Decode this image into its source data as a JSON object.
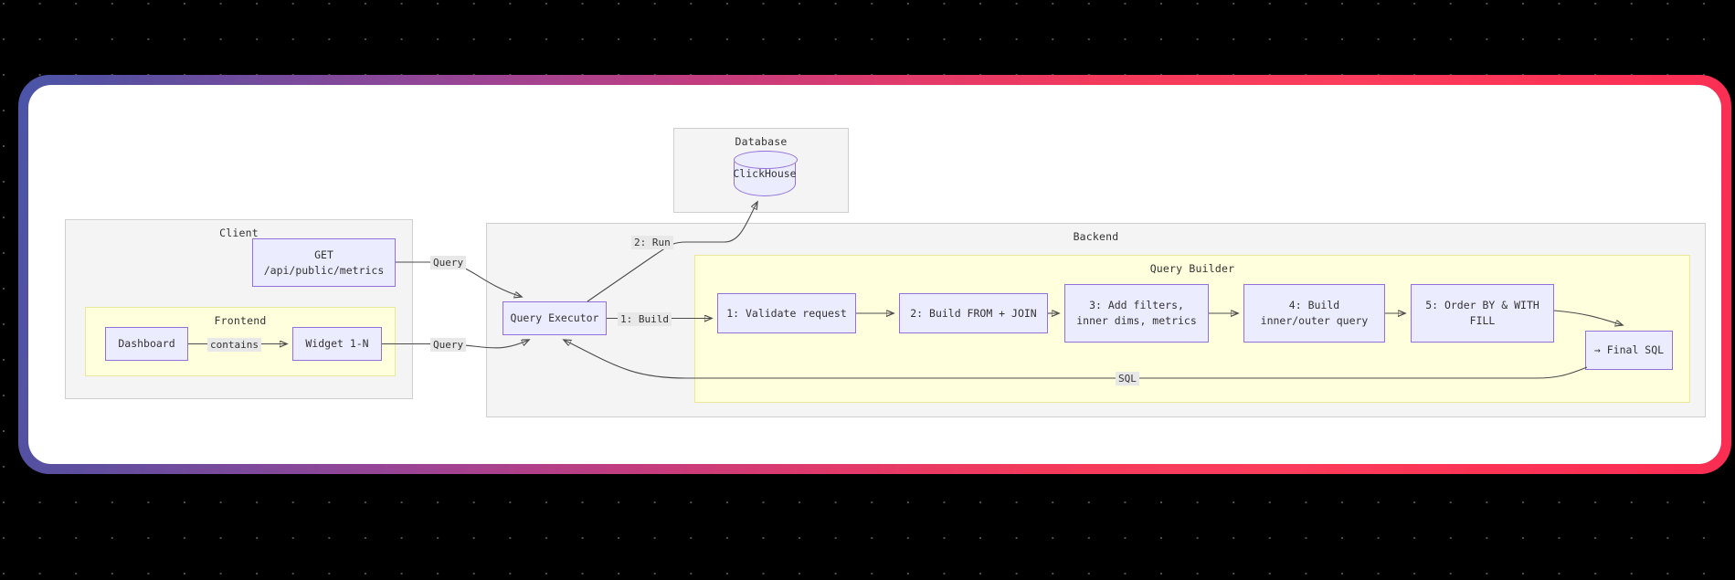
{
  "page": {
    "background": "#000000",
    "dot_grid": true,
    "card_border_gradient": [
      "#4a55a8",
      "#9c4494",
      "#e23a6a",
      "#fa2d52"
    ],
    "card_background": "#ffffff"
  },
  "theme": {
    "node_fill": "#ececff",
    "node_border": "#9370db",
    "subgraph_gray_fill": "#f4f4f5",
    "subgraph_gray_border": "#cfcfcf",
    "subgraph_yellow_fill": "#ffffde",
    "subgraph_yellow_border": "#e8e89a",
    "edge_color": "#4c4c4c",
    "edge_label_bg": "#e8e8e8",
    "text_color": "#333333"
  },
  "chart_data": {
    "type": "diagram",
    "title": "Query pipeline architecture",
    "subgraphs": [
      {
        "id": "client",
        "label": "Client"
      },
      {
        "id": "frontend",
        "label": "Frontend"
      },
      {
        "id": "database",
        "label": "Database"
      },
      {
        "id": "backend",
        "label": "Backend"
      },
      {
        "id": "querybuilder",
        "label": "Query Builder"
      }
    ],
    "nodes": [
      {
        "id": "get",
        "label": "GET /api/public/metrics",
        "group": "client"
      },
      {
        "id": "dashboard",
        "label": "Dashboard",
        "group": "frontend"
      },
      {
        "id": "widget",
        "label": "Widget 1-N",
        "group": "frontend"
      },
      {
        "id": "clickhouse",
        "label": "ClickHouse",
        "shape": "cylinder",
        "group": "database"
      },
      {
        "id": "executor",
        "label": "Query Executor",
        "group": "backend"
      },
      {
        "id": "step1",
        "label": "1: Validate request",
        "group": "querybuilder"
      },
      {
        "id": "step2",
        "label": "2: Build FROM + JOIN",
        "group": "querybuilder"
      },
      {
        "id": "step3",
        "label": "3: Add filters, inner dims, metrics",
        "group": "querybuilder"
      },
      {
        "id": "step4",
        "label": "4: Build inner/outer query",
        "group": "querybuilder"
      },
      {
        "id": "step5",
        "label": "5: Order BY & WITH FILL",
        "group": "querybuilder"
      },
      {
        "id": "finalsql",
        "label": "→ Final SQL",
        "group": "querybuilder"
      }
    ],
    "edges": [
      {
        "from": "dashboard",
        "to": "widget",
        "label": "contains"
      },
      {
        "from": "get",
        "to": "executor",
        "label": "Query"
      },
      {
        "from": "widget",
        "to": "executor",
        "label": "Query"
      },
      {
        "from": "executor",
        "to": "step1",
        "label": "1: Build"
      },
      {
        "from": "executor",
        "to": "clickhouse",
        "label": "2: Run"
      },
      {
        "from": "step1",
        "to": "step2",
        "label": ""
      },
      {
        "from": "step2",
        "to": "step3",
        "label": ""
      },
      {
        "from": "step3",
        "to": "step4",
        "label": ""
      },
      {
        "from": "step4",
        "to": "step5",
        "label": ""
      },
      {
        "from": "step5",
        "to": "finalsql",
        "label": ""
      },
      {
        "from": "finalsql",
        "to": "executor",
        "label": "SQL"
      }
    ]
  },
  "nodes": {
    "get_line1": "GET",
    "get_line2": "/api/public/metrics",
    "dashboard": "Dashboard",
    "widget": "Widget 1-N",
    "clickhouse": "ClickHouse",
    "executor": "Query Executor",
    "step1": "1: Validate request",
    "step2": "2: Build FROM + JOIN",
    "step3_line1": "3: Add filters,",
    "step3_line2": "inner dims, metrics",
    "step4_line1": "4: Build",
    "step4_line2": "inner/outer query",
    "step5_line1": "5: Order BY & WITH",
    "step5_line2": "FILL",
    "finalsql": "→ Final SQL"
  },
  "subgraph_titles": {
    "client": "Client",
    "frontend": "Frontend",
    "database": "Database",
    "backend": "Backend",
    "querybuilder": "Query Builder"
  },
  "edge_labels": {
    "contains": "contains",
    "query_top": "Query",
    "query_bottom": "Query",
    "build": "1: Build",
    "run": "2: Run",
    "sql": "SQL"
  }
}
